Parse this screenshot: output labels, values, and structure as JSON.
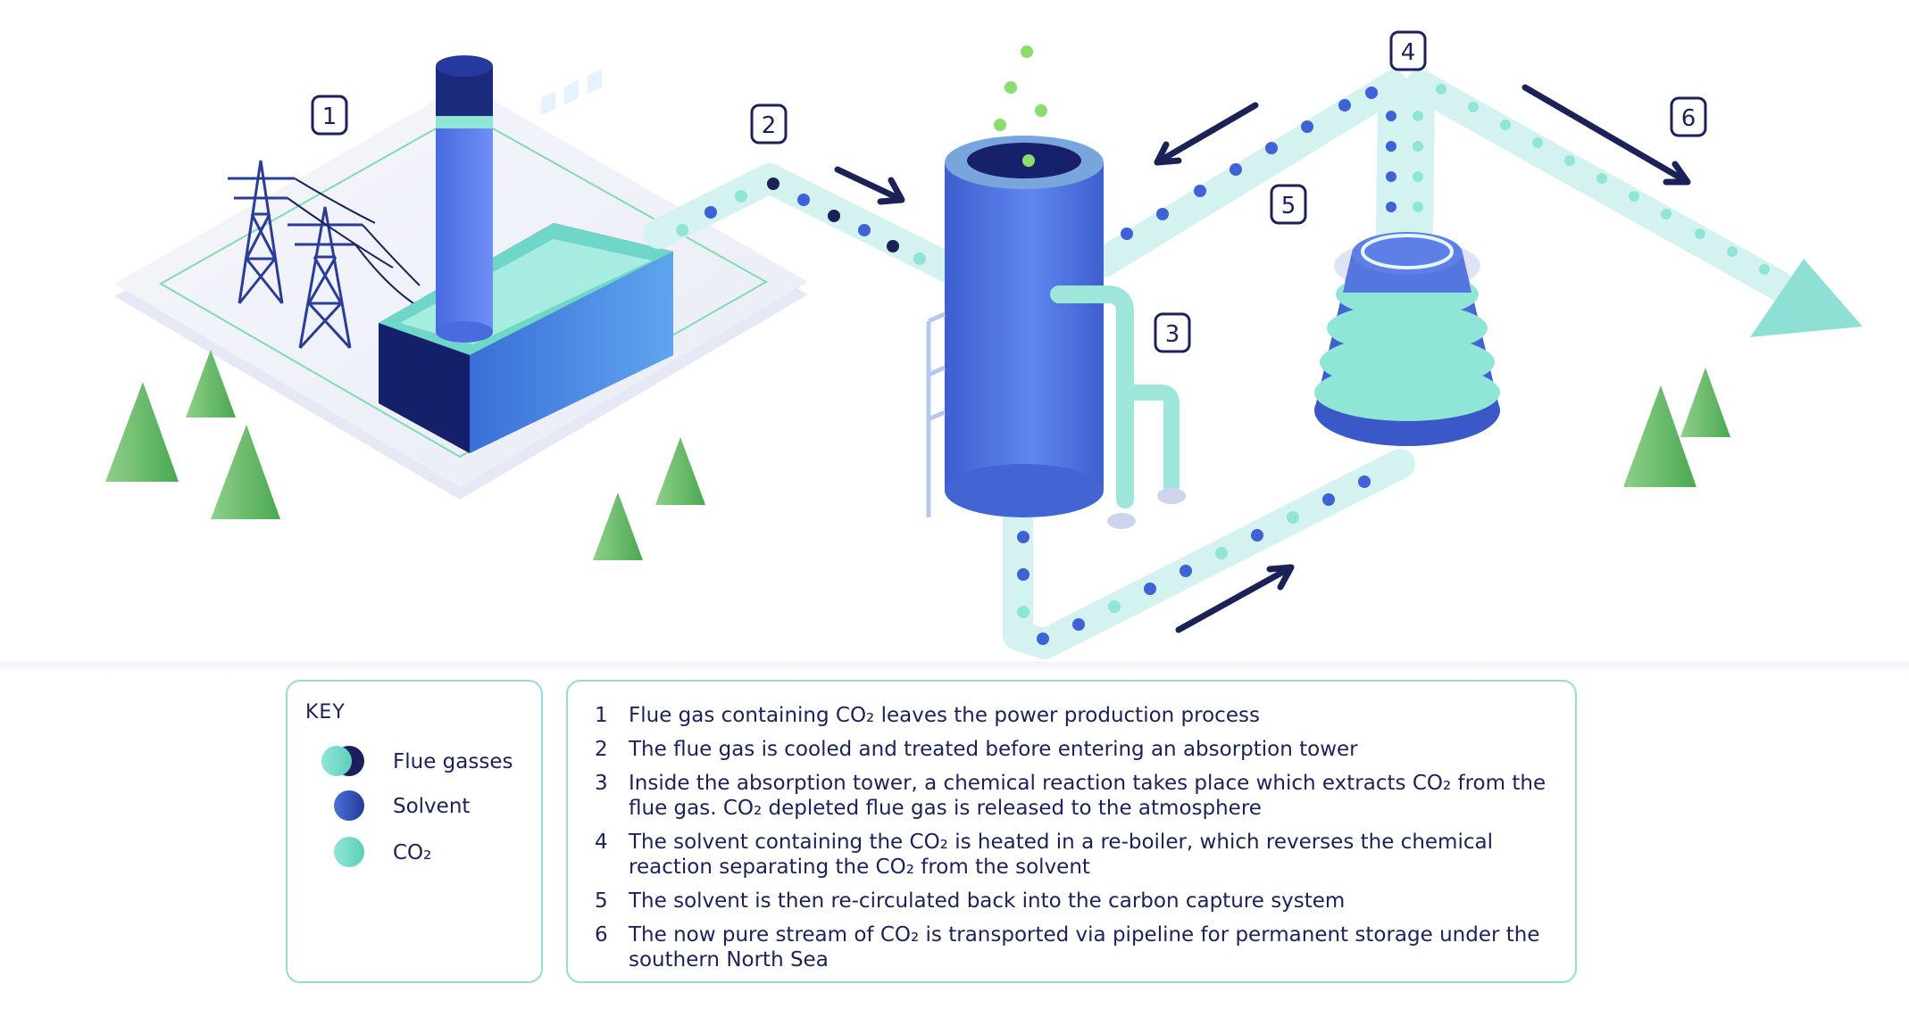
{
  "diagram": {
    "badges": [
      "1",
      "2",
      "3",
      "4",
      "5",
      "6"
    ]
  },
  "key": {
    "title": "KEY",
    "items": [
      {
        "label": "Flue gasses",
        "icon": "flue-gas-dot-icon",
        "colors": [
          "#7fe0cf",
          "#1b1f5c"
        ]
      },
      {
        "label": "Solvent",
        "icon": "solvent-dot-icon",
        "colors": [
          "#4d6fd6",
          "#233c9a"
        ]
      },
      {
        "label": "CO₂",
        "icon": "co2-dot-icon",
        "colors": [
          "#8fe6d6",
          "#5ccfb9"
        ]
      }
    ]
  },
  "steps": [
    {
      "num": "1",
      "text": "Flue gas containing CO₂ leaves the power production process"
    },
    {
      "num": "2",
      "text": "The flue gas is cooled and treated before entering an absorption tower"
    },
    {
      "num": "3",
      "text": "Inside the absorption tower, a chemical reaction takes place which extracts CO₂ from the flue gas. CO₂ depleted flue gas is released to the atmosphere"
    },
    {
      "num": "4",
      "text": "The solvent containing the CO₂ is heated in a re-boiler, which reverses the chemical reaction separating the CO₂ from the solvent"
    },
    {
      "num": "5",
      "text": "The solvent is then re-circulated back into the carbon capture system"
    },
    {
      "num": "6",
      "text": "The now pure stream of CO₂ is transported via pipeline for permanent storage under the southern North Sea"
    }
  ],
  "colors": {
    "navy": "#1b2258",
    "blue": "#4d6fd6",
    "teal": "#8fe6d6",
    "green": "#5cb85c",
    "pipe": "#d8f4f1",
    "border": "#9ad9d9"
  }
}
